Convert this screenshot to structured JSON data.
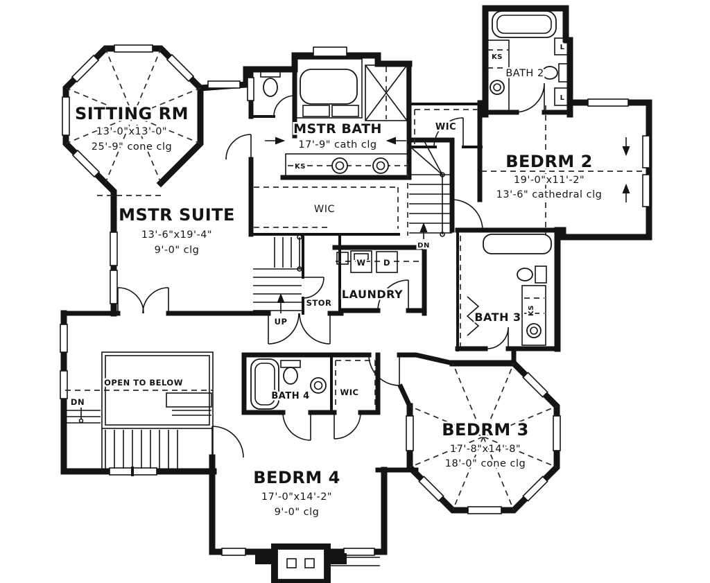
{
  "page": {
    "background": "#ffffff",
    "ink": "#141414"
  },
  "rooms": {
    "sitting": {
      "name": "SITTING RM",
      "dims": "13'-0\"x13'-0\"",
      "clg": "25'-9\" cone clg"
    },
    "mstr_suite": {
      "name": "MSTR SUITE",
      "dims": "13'-6\"x19'-4\"",
      "clg": "9'-0\" clg"
    },
    "mstr_bath": {
      "name": "MSTR BATH",
      "clg": "17'-9\" cath clg"
    },
    "bedrm2": {
      "name": "BEDRM 2",
      "dims": "19'-0\"x11'-2\"",
      "clg": "13'-6\" cathedral clg"
    },
    "bedrm3": {
      "name": "BEDRM 3",
      "dims": "17'-8\"x14'-8\"",
      "clg": "18'-0\" cone clg"
    },
    "bedrm4": {
      "name": "BEDRM 4",
      "dims": "17'-0\"x14'-2\"",
      "clg": "9'-0\" clg"
    },
    "bath2": {
      "name": "BATH 2"
    },
    "bath3": {
      "name": "BATH 3"
    },
    "bath4": {
      "name": "BATH 4"
    },
    "laundry": {
      "name": "LAUNDRY"
    },
    "stor": {
      "name": "STOR"
    },
    "wic_upper": {
      "name": "WIC"
    },
    "wic_middle": {
      "name": "WIC"
    },
    "wic_lower": {
      "name": "WIC"
    },
    "open_below": {
      "name": "OPEN TO BELOW"
    }
  },
  "labels": {
    "up": "UP",
    "dn": "DN",
    "ks": "KS",
    "washer": "W",
    "dryer": "D",
    "linen": "L"
  }
}
